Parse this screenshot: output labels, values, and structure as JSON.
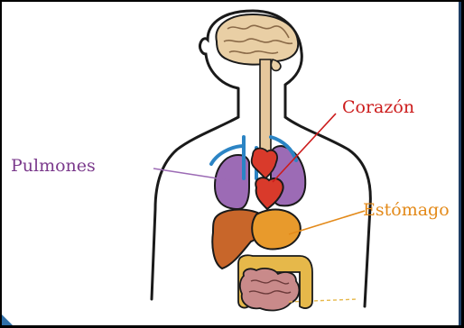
{
  "labels": {
    "pulmones": "Pulmones",
    "corazon": "Corazón",
    "estomago": "Estómago"
  },
  "colors": {
    "outline": "#1a1a1a",
    "brain": "#e9cfa5",
    "spine": "#e6c79c",
    "lungs": "#9c6bb5",
    "heart": "#d93a2b",
    "liver": "#c8662a",
    "stomach": "#e89a2c",
    "intestine": "#c98a8a",
    "large_intestine": "#e6b84a",
    "vessels": "#2b84c4",
    "label_pulmones": "#7b3a8c",
    "label_corazon": "#cc1b1b",
    "label_estomago": "#e38a1a"
  }
}
